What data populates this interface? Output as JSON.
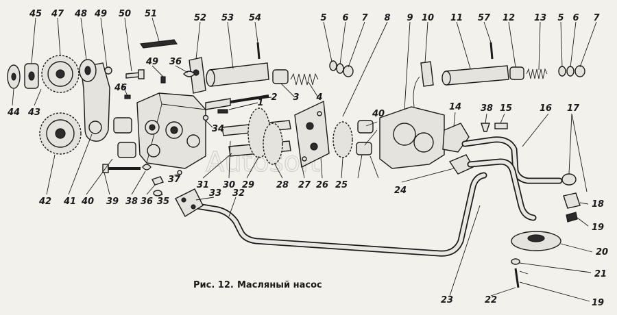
{
  "caption": {
    "figure": "Рис. 12.",
    "title": "Масляный насос"
  },
  "watermark": "Autosoft",
  "callouts": [
    {
      "id": "c45",
      "text": "45"
    },
    {
      "id": "c47",
      "text": "47"
    },
    {
      "id": "c48",
      "text": "48"
    },
    {
      "id": "c49a",
      "text": "49"
    },
    {
      "id": "c50",
      "text": "50"
    },
    {
      "id": "c51",
      "text": "51"
    },
    {
      "id": "c52",
      "text": "52"
    },
    {
      "id": "c53",
      "text": "53"
    },
    {
      "id": "c54",
      "text": "54"
    },
    {
      "id": "c5a",
      "text": "5"
    },
    {
      "id": "c6a",
      "text": "6"
    },
    {
      "id": "c7a",
      "text": "7"
    },
    {
      "id": "c8",
      "text": "8"
    },
    {
      "id": "c9",
      "text": "9"
    },
    {
      "id": "c10",
      "text": "10"
    },
    {
      "id": "c11",
      "text": "11"
    },
    {
      "id": "c57",
      "text": "57"
    },
    {
      "id": "c12",
      "text": "12"
    },
    {
      "id": "c13",
      "text": "13"
    },
    {
      "id": "c5b",
      "text": "5"
    },
    {
      "id": "c6b",
      "text": "6"
    },
    {
      "id": "c7b",
      "text": "7"
    },
    {
      "id": "c49b",
      "text": "49"
    },
    {
      "id": "c36a",
      "text": "36"
    },
    {
      "id": "c46",
      "text": "46"
    },
    {
      "id": "c1",
      "text": "1"
    },
    {
      "id": "c2",
      "text": "2"
    },
    {
      "id": "c3",
      "text": "3"
    },
    {
      "id": "c4",
      "text": "4"
    },
    {
      "id": "c40a",
      "text": "40"
    },
    {
      "id": "c14",
      "text": "14"
    },
    {
      "id": "c38a",
      "text": "38"
    },
    {
      "id": "c15",
      "text": "15"
    },
    {
      "id": "c16",
      "text": "16"
    },
    {
      "id": "c17",
      "text": "17"
    },
    {
      "id": "c44",
      "text": "44"
    },
    {
      "id": "c43",
      "text": "43"
    },
    {
      "id": "c34",
      "text": "34"
    },
    {
      "id": "c42",
      "text": "42"
    },
    {
      "id": "c41",
      "text": "41"
    },
    {
      "id": "c40b",
      "text": "40"
    },
    {
      "id": "c39",
      "text": "39"
    },
    {
      "id": "c38b",
      "text": "38"
    },
    {
      "id": "c36b",
      "text": "36"
    },
    {
      "id": "c35",
      "text": "35"
    },
    {
      "id": "c37",
      "text": "37"
    },
    {
      "id": "c31",
      "text": "31"
    },
    {
      "id": "c30",
      "text": "30"
    },
    {
      "id": "c29",
      "text": "29"
    },
    {
      "id": "c28",
      "text": "28"
    },
    {
      "id": "c27",
      "text": "27"
    },
    {
      "id": "c26",
      "text": "26"
    },
    {
      "id": "c25",
      "text": "25"
    },
    {
      "id": "c24",
      "text": "24"
    },
    {
      "id": "c33",
      "text": "33"
    },
    {
      "id": "c32",
      "text": "32"
    },
    {
      "id": "c18",
      "text": "18"
    },
    {
      "id": "c19a",
      "text": "19"
    },
    {
      "id": "c20",
      "text": "20"
    },
    {
      "id": "c21",
      "text": "21"
    },
    {
      "id": "c23",
      "text": "23"
    },
    {
      "id": "c22",
      "text": "22"
    },
    {
      "id": "c19b",
      "text": "19"
    }
  ]
}
